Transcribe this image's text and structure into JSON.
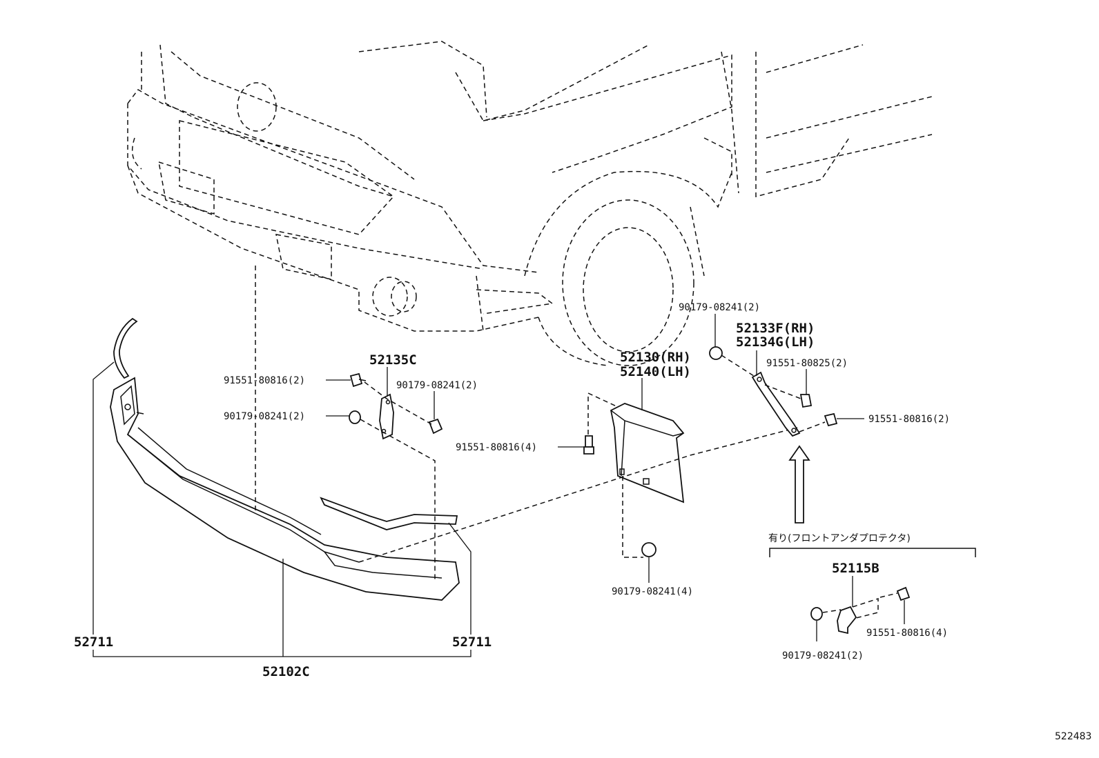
{
  "labels": {
    "p52711_left": "52711",
    "p52711_right": "52711",
    "p52102C": "52102C",
    "p52135C": "52135C",
    "p91551_80816_2_a": "91551-80816(2)",
    "p90179_08241_2_a": "90179-08241(2)",
    "p90179_08241_2_b": "90179-08241(2)",
    "p91551_80816_4_a": "91551-80816(4)",
    "p52130": "52130(RH)",
    "p52140": "52140(LH)",
    "p90179_08241_4": "90179-08241(4)",
    "p90179_08241_2_c": "90179-08241(2)",
    "p52133F": "52133F(RH)",
    "p52134G": "52134G(LH)",
    "p91551_80825_2": "91551-80825(2)",
    "p91551_80816_2_b": "91551-80816(2)",
    "option_note": "有り(フロントアンダプロテクタ)",
    "p52115B": "52115B",
    "p91551_80816_4_b": "91551-80816(4)",
    "p90179_08241_2_d": "90179-08241(2)",
    "diagram_id": "522483"
  },
  "colors": {
    "line": "#111111",
    "background": "#ffffff"
  }
}
